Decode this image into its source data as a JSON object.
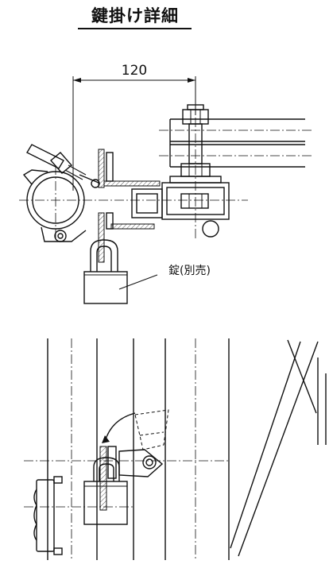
{
  "title": "鍵掛け詳細",
  "dimension": {
    "value": "120"
  },
  "callout": {
    "label": "錠(別売)"
  }
}
